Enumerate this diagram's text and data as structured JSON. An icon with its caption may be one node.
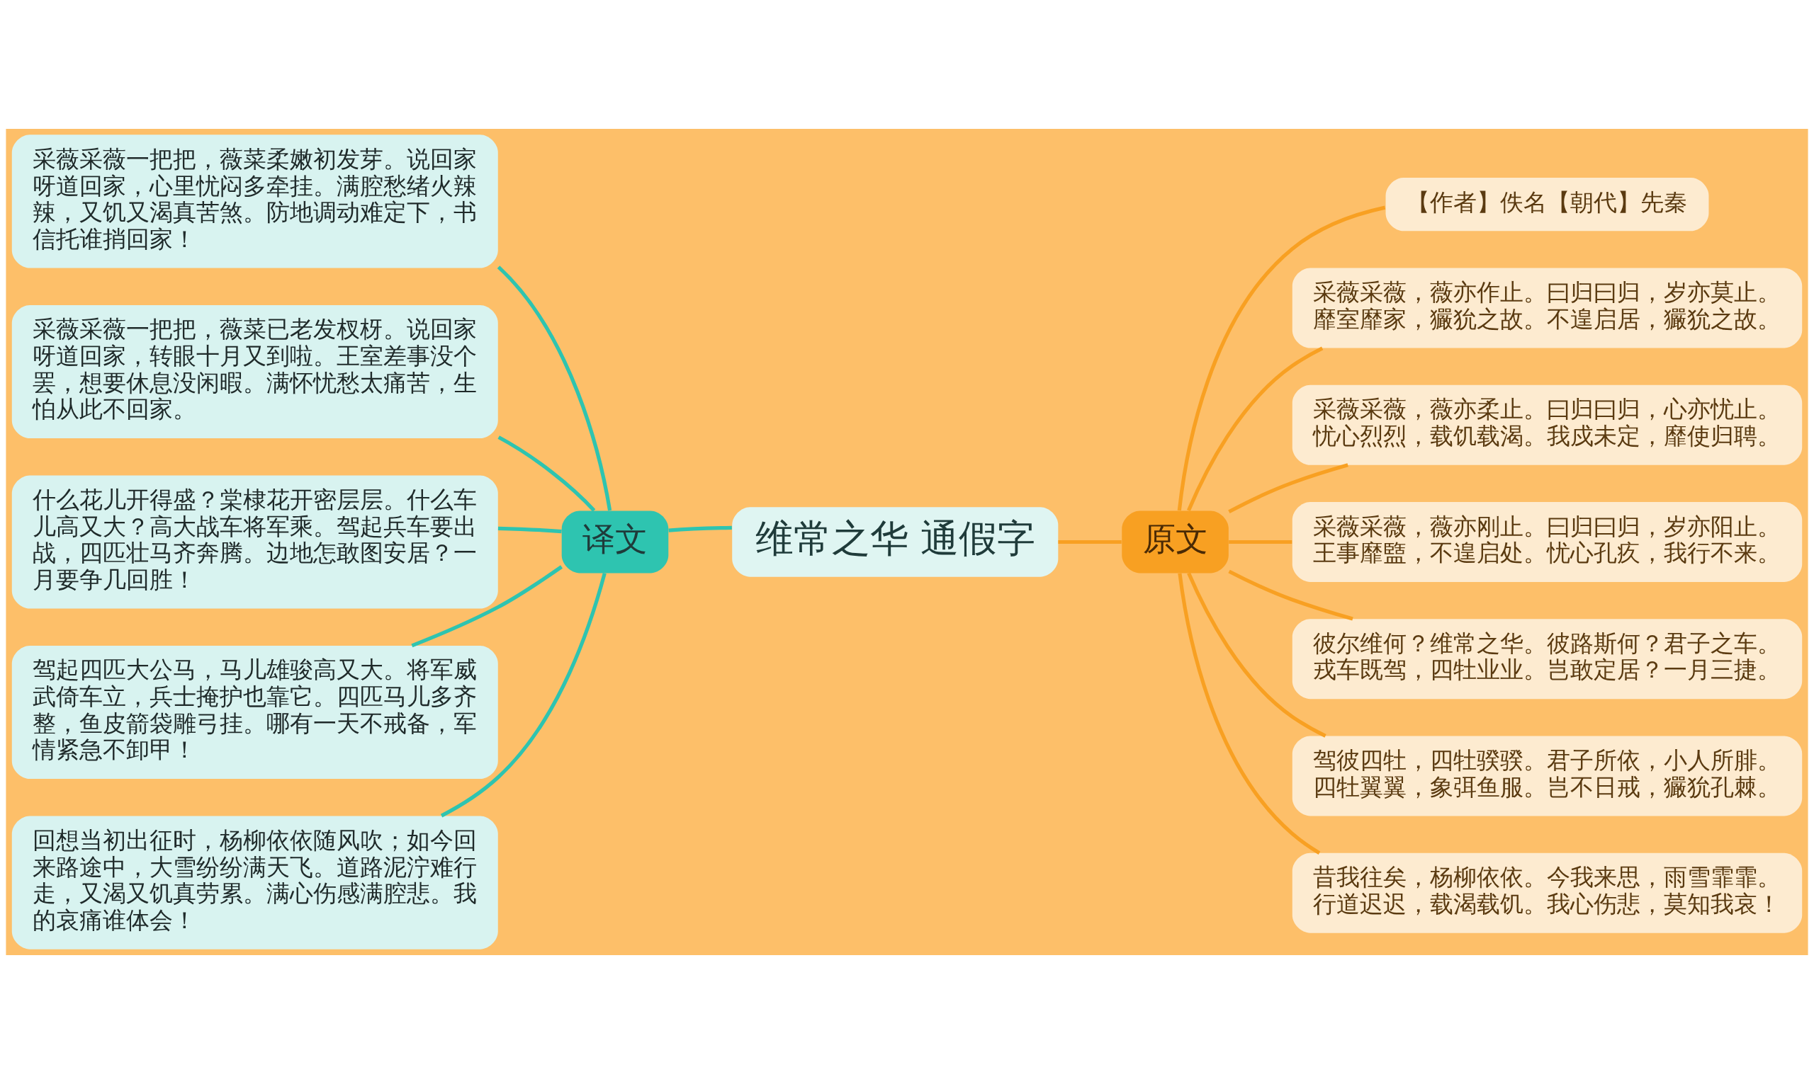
{
  "diagram": {
    "nodes": [
      {
        "text": [
          "维常之华 通假字"
        ]
      },
      {
        "text": [
          "译文"
        ]
      },
      {
        "text": [
          "原文"
        ]
      },
      {
        "text": [
          "采薇采薇一把把，薇菜柔嫩初发芽。说回家呀道回家，心里忧闷多牵挂。满腔愁绪火辣辣，又饥又渴真苦煞。防地调动难定下，书信托谁捎回家！"
        ]
      },
      {
        "text": [
          "采薇采薇一把把，薇菜已老发杈枒。说回家呀道回家，转眼十月又到啦。王室差事没个罢，想要休息没闲暇。满怀忧愁太痛苦，生怕从此不回家。"
        ]
      },
      {
        "text": [
          "什么花儿开得盛？棠棣花开密层层。什么车儿高又大？高大战车将军乘。驾起兵车要出战，四匹壮马齐奔腾。边地怎敢图安居？一月要争几回胜！"
        ]
      },
      {
        "text": [
          "驾起四匹大公马，马儿雄骏高又大。将军威武倚车立，兵士掩护也靠它。四匹马儿多齐整，鱼皮箭袋雕弓挂。哪有一天不戒备，军情紧急不卸甲！"
        ]
      },
      {
        "text": [
          "回想当初出征时，杨柳依依随风吹；如今回来路途中，大雪纷纷满天飞。道路泥泞难行走，又渴又饥真劳累。满心伤感满腔悲。我的哀痛谁体会！"
        ]
      },
      {
        "text": [
          "【作者】佚名【朝代】先秦"
        ]
      },
      {
        "text": [
          "采薇采薇，薇亦作止。曰归曰归，岁亦莫止。靡室靡家，玁狁之故。不遑启居，玁狁之故。"
        ]
      },
      {
        "text": [
          "采薇采薇，薇亦柔止。曰归曰归，心亦忧止。忧心烈烈，载饥载渴。我戍未定，靡使归聘。"
        ]
      },
      {
        "text": [
          "采薇采薇，薇亦刚止。曰归曰归，岁亦阳止。王事靡盬，不遑启处。忧心孔疚，我行不来。"
        ]
      },
      {
        "text": [
          "彼尔维何？维常之华。彼路斯何？君子之车。戎车既驾，四牡业业。岂敢定居？一月三捷。"
        ]
      },
      {
        "text": [
          "驾彼四牡，四牡骙骙。君子所依，小人所腓。四牡翼翼，象弭鱼服。岂不日戒，玁狁孔棘。"
        ]
      },
      {
        "text": [
          "昔我往矣，杨柳依依。今我来思，雨雪霏霏。行道迟迟，载渴载饥。我心伤悲，莫知我哀！"
        ]
      }
    ],
    "edges": [
      {
        "from": 0,
        "to": 1,
        "arrow": "none",
        "color": "#2ec4b0"
      },
      {
        "from": 0,
        "to": 2,
        "arrow": "none"
      },
      {
        "from": 1,
        "to": 3,
        "arrow": "none",
        "color": "#2ec4b0"
      },
      {
        "from": 1,
        "to": 4,
        "arrow": "none",
        "color": "#2ec4b0"
      },
      {
        "from": 1,
        "to": 5,
        "arrow": "none",
        "color": "#2ec4b0"
      },
      {
        "from": 1,
        "to": 6,
        "arrow": "none",
        "color": "#2ec4b0"
      },
      {
        "from": 1,
        "to": 7,
        "arrow": "none",
        "color": "#2ec4b0"
      },
      {
        "from": 2,
        "to": 8,
        "arrow": "none"
      },
      {
        "from": 2,
        "to": 9,
        "arrow": "none"
      },
      {
        "from": 2,
        "to": 10,
        "arrow": "none"
      },
      {
        "from": 2,
        "to": 11,
        "arrow": "none"
      },
      {
        "from": 2,
        "to": 12,
        "arrow": "none"
      },
      {
        "from": 2,
        "to": 13,
        "arrow": "none"
      },
      {
        "from": 2,
        "to": 14,
        "arrow": "none"
      }
    ]
  }
}
